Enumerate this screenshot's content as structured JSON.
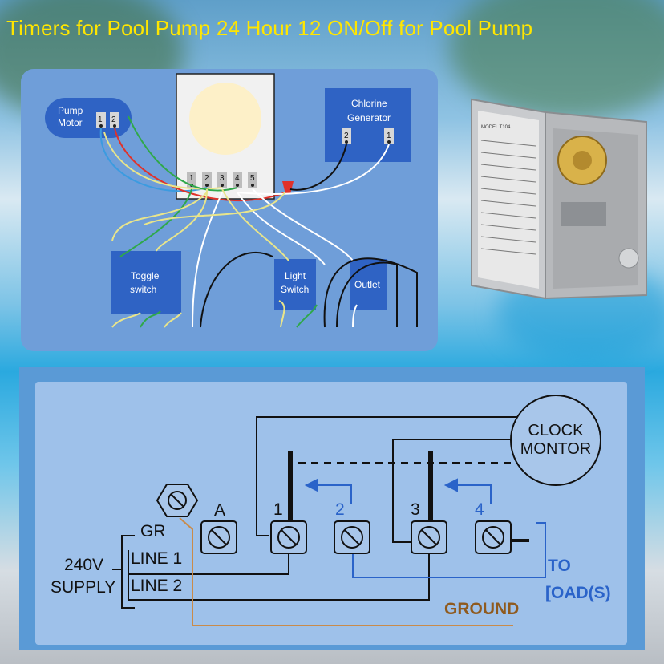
{
  "title": "Timers for Pool Pump  24 Hour 12 ON/Off for Pool Pump",
  "top_diagram": {
    "pump_motor": {
      "line1": "Pump",
      "line2": "Motor",
      "terminals": [
        "1",
        "2"
      ]
    },
    "chlorine_generator": {
      "line1": "Chlorine",
      "line2": "Generator",
      "terminals": [
        "2",
        "1"
      ]
    },
    "timer_terminals": [
      "1",
      "2",
      "3",
      "4",
      "5"
    ],
    "toggle_switch": {
      "line1": "Toggle",
      "line2": "switch"
    },
    "light_switch": {
      "line1": "Light",
      "line2": "Switch"
    },
    "outlet": {
      "label": "Outlet"
    }
  },
  "product": {
    "model_label": "MODEL T104",
    "colors": {
      "case": "#b7b9bc",
      "dial": "#d9b24a"
    }
  },
  "bottom_diagram": {
    "clock_motor": {
      "line1": "CLOCK",
      "line2": "MONTOR"
    },
    "terminals": {
      "a": "A",
      "t1": "1",
      "t2": "2",
      "t3": "3",
      "t4": "4"
    },
    "gr": "GR",
    "line1": "LINE 1",
    "line2": "LINE 2",
    "supply": {
      "line1": "240V",
      "line2": "SUPPLY"
    },
    "to_load": {
      "line1": "TO",
      "line2": "[OAD(S)"
    },
    "ground": "GROUND",
    "colors": {
      "ground_wire": "#c98b4a",
      "load_wire": "#2a63c9",
      "wire": "#111111"
    }
  }
}
